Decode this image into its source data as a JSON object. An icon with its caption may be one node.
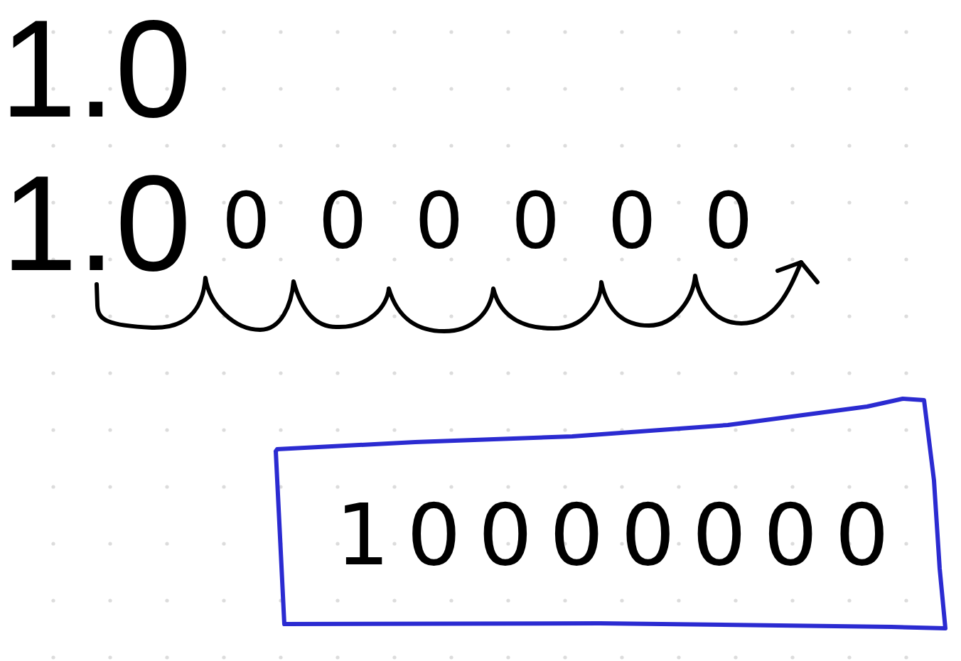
{
  "diagram": {
    "nodes": [
      {
        "text": [
          "10000000"
        ]
      }
    ],
    "labels": [
      "1.0",
      "1.0",
      "000000"
    ]
  }
}
